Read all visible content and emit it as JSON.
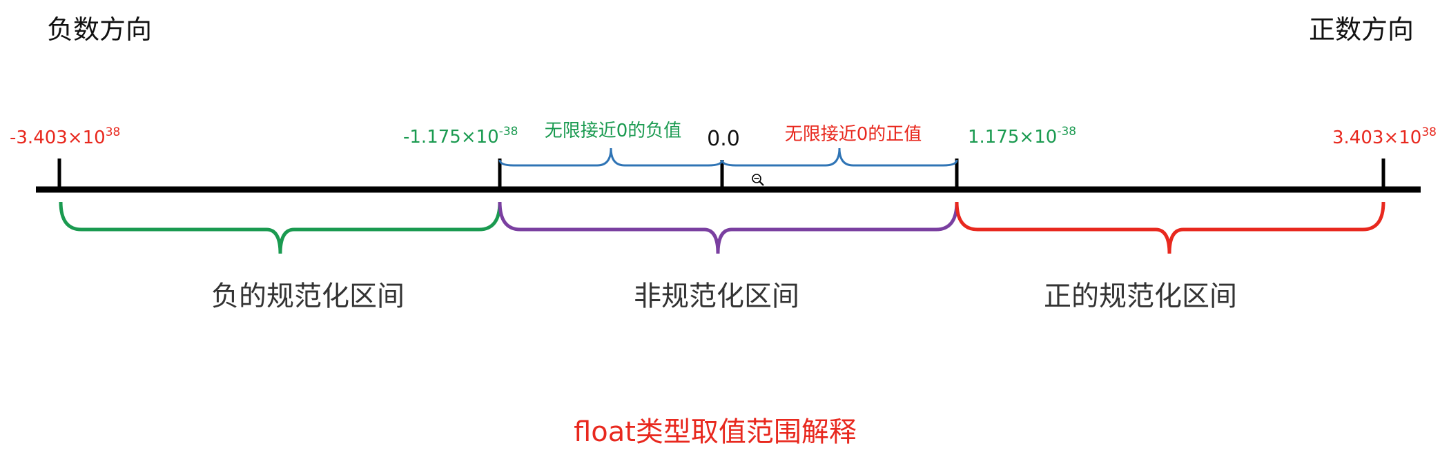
{
  "direction": {
    "negative": "负数方向",
    "positive": "正数方向"
  },
  "ticks": {
    "neg_max_base": "-3.403×10",
    "neg_max_exp": "38",
    "neg_min_base": "-1.175×10",
    "neg_min_exp": "-38",
    "zero": "0.0",
    "pos_min_base": "1.175×10",
    "pos_min_exp": "-38",
    "pos_max_base": "3.403×10",
    "pos_max_exp": "38"
  },
  "near_zero": {
    "negative": "无限接近0的负值",
    "positive": "无限接近0的正值"
  },
  "ranges": {
    "negative_normalized": "负的规范化区间",
    "denormalized": "非规范化区间",
    "positive_normalized": "正的规范化区间"
  },
  "caption": "float类型取值范围解释",
  "colors": {
    "red": "#e8281e",
    "green": "#1a9a50",
    "purple": "#7a3fa0",
    "blue": "#2f74b5",
    "black": "#000000",
    "dark_text": "#333333"
  }
}
